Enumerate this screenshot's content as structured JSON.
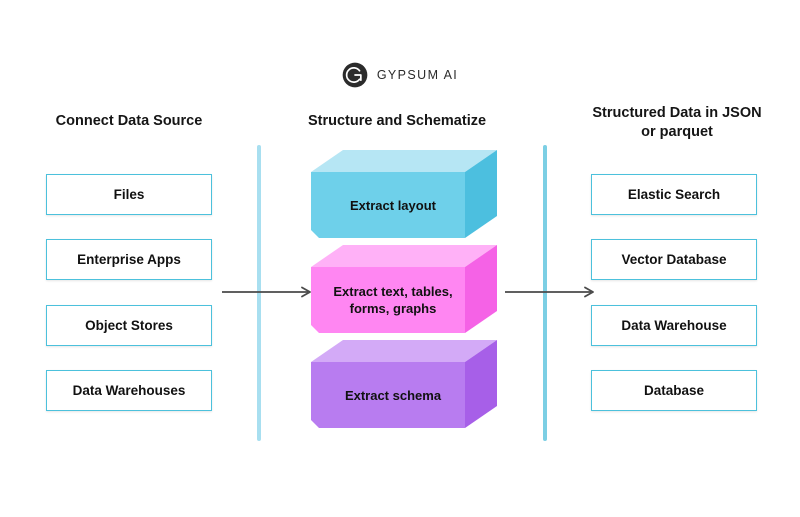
{
  "brand": {
    "name": "GYPSUM AI",
    "logo_icon": "gypsum-circle-g-logo",
    "logo_color": "#2b2b2b"
  },
  "theme": {
    "box_border": "#4cc1dc",
    "divider_left": "#a8dff0",
    "divider_right": "#7ccfe4",
    "arrow": "#4a4a4a",
    "text": "#111111",
    "background": "#ffffff"
  },
  "columns": {
    "left": {
      "title": "Connect Data Source",
      "items": [
        {
          "label": "Files"
        },
        {
          "label": "Enterprise Apps"
        },
        {
          "label": "Object Stores"
        },
        {
          "label": "Data Warehouses"
        }
      ]
    },
    "center": {
      "title": "Structure and Schematize",
      "blocks": [
        {
          "label": "Extract layout",
          "front": "#6ed0ea",
          "top": "#b6e6f4",
          "side": "#4cbfdf"
        },
        {
          "label": "Extract text, tables, forms, graphs",
          "front": "#ff86f2",
          "top": "#ffb1f7",
          "side": "#f562e6"
        },
        {
          "label": "Extract schema",
          "front": "#b87cf0",
          "top": "#d3aaf7",
          "side": "#a75fe8"
        }
      ]
    },
    "right": {
      "title": "Structured Data in JSON or parquet",
      "title_line_1": "Structured Data in JSON",
      "title_line_2": "or parquet",
      "items": [
        {
          "label": "Elastic Search"
        },
        {
          "label": "Vector Database"
        },
        {
          "label": "Data Warehouse"
        },
        {
          "label": "Database"
        }
      ]
    }
  },
  "arrows": [
    {
      "name": "source-to-processing",
      "direction": "right"
    },
    {
      "name": "processing-to-output",
      "direction": "right"
    }
  ]
}
